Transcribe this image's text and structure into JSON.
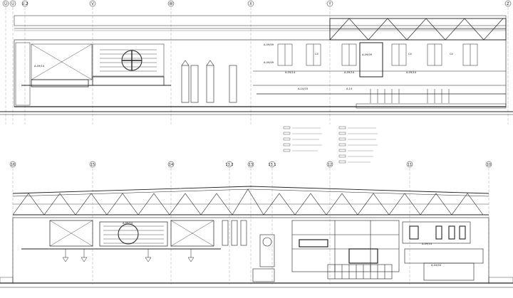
{
  "top_elevation": {
    "grid_labels": [
      "U",
      "U",
      "U.2",
      "V",
      "W",
      "X",
      "Y",
      "Z"
    ],
    "room_tags": [
      "A-09/09",
      "A-09/09",
      "A-09/09",
      "A-09/14",
      "A-09/14",
      "A-09/14",
      "A-10/03",
      "A-14",
      "C4",
      "C4",
      "C4",
      "A-09/14"
    ]
  },
  "bottom_elevation": {
    "grid_labels": [
      "16",
      "15",
      "14",
      "13.2",
      "13",
      "13.1",
      "12",
      "11",
      "10"
    ],
    "room_tags": [
      "A-09/14",
      "A-09/14",
      "A-10/03"
    ]
  },
  "colors": {
    "line": "#222222",
    "light_line": "#888888",
    "paper": "#ffffff"
  }
}
